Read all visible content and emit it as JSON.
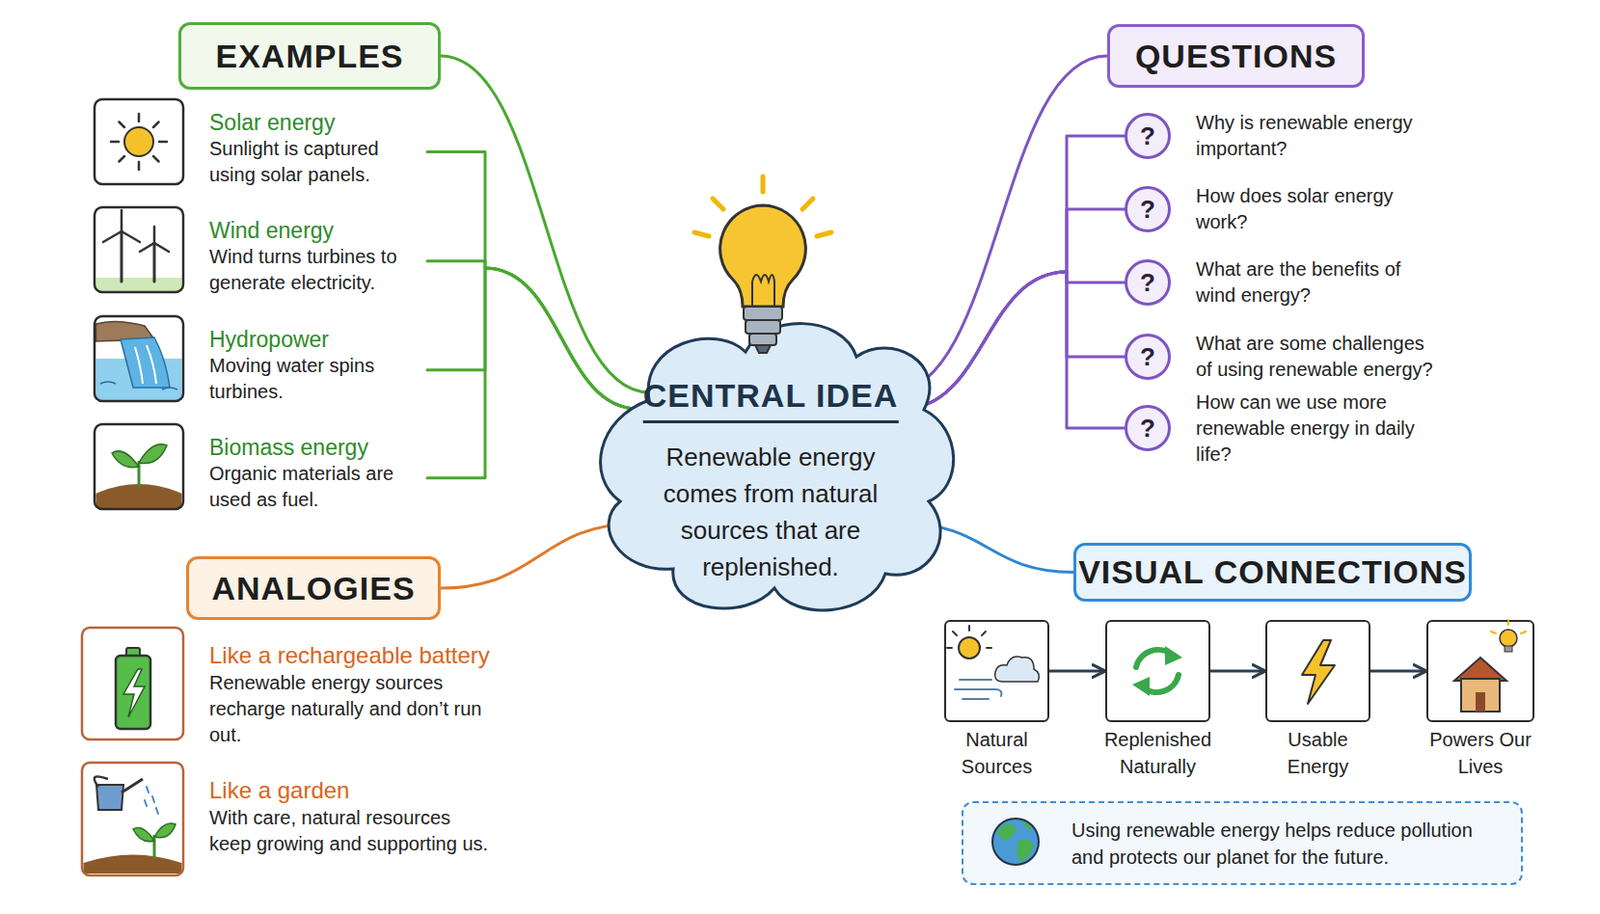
{
  "diagram": {
    "nodes": [
      {
        "text": [
          "CENTRAL IDEA",
          "Renewable energy comes from natural sources that are replenished."
        ]
      },
      {
        "text": [
          "EXAMPLES"
        ]
      },
      {
        "text": [
          "Solar energy",
          "Sunlight is captured using solar panels."
        ]
      },
      {
        "text": [
          "Wind energy",
          "Wind turns turbines to generate electricity."
        ]
      },
      {
        "text": [
          "Hydropower",
          "Moving water spins turbines."
        ]
      },
      {
        "text": [
          "Biomass energy",
          "Organic materials are used as fuel."
        ]
      },
      {
        "text": [
          "ANALOGIES"
        ]
      },
      {
        "text": [
          "Like a rechargeable battery",
          "Renewable energy sources recharge naturally and don’t run out."
        ]
      },
      {
        "text": [
          "Like a garden",
          "With care, natural resources keep growing and supporting us."
        ]
      },
      {
        "text": [
          "QUESTIONS"
        ]
      },
      {
        "text": [
          "?",
          "Why is renewable energy important?"
        ]
      },
      {
        "text": [
          "?",
          "How does solar energy work?"
        ]
      },
      {
        "text": [
          "?",
          "What are the benefits of wind energy?"
        ]
      },
      {
        "text": [
          "?",
          "What are some challenges of using renewable energy?"
        ]
      },
      {
        "text": [
          "?",
          "How can we use more renewable energy in daily life?"
        ]
      },
      {
        "text": [
          "VISUAL CONNECTIONS"
        ]
      },
      {
        "text": [
          "Natural Sources"
        ]
      },
      {
        "text": [
          "Replenished Naturally"
        ]
      },
      {
        "text": [
          "Usable Energy"
        ]
      },
      {
        "text": [
          "Powers Our Lives"
        ]
      },
      {
        "text": [
          "Using renewable energy helps reduce pollution and protects our planet for the future."
        ]
      }
    ],
    "edges": [
      {
        "from": 0,
        "to": 1,
        "arrow": "none"
      },
      {
        "from": 0,
        "to": 2,
        "arrow": "none"
      },
      {
        "from": 0,
        "to": 3,
        "arrow": "none"
      },
      {
        "from": 0,
        "to": 4,
        "arrow": "none"
      },
      {
        "from": 0,
        "to": 5,
        "arrow": "none"
      },
      {
        "from": 0,
        "to": 6,
        "arrow": "none"
      },
      {
        "from": 0,
        "to": 9,
        "arrow": "none"
      },
      {
        "from": 0,
        "to": 10,
        "arrow": "none"
      },
      {
        "from": 0,
        "to": 11,
        "arrow": "none"
      },
      {
        "from": 0,
        "to": 12,
        "arrow": "none"
      },
      {
        "from": 0,
        "to": 13,
        "arrow": "none"
      },
      {
        "from": 0,
        "to": 14,
        "arrow": "none"
      },
      {
        "from": 0,
        "to": 15,
        "arrow": "none"
      },
      {
        "from": 16,
        "to": 17,
        "arrow": "to"
      },
      {
        "from": 17,
        "to": 18,
        "arrow": "to"
      },
      {
        "from": 18,
        "to": 19,
        "arrow": "to"
      }
    ]
  }
}
